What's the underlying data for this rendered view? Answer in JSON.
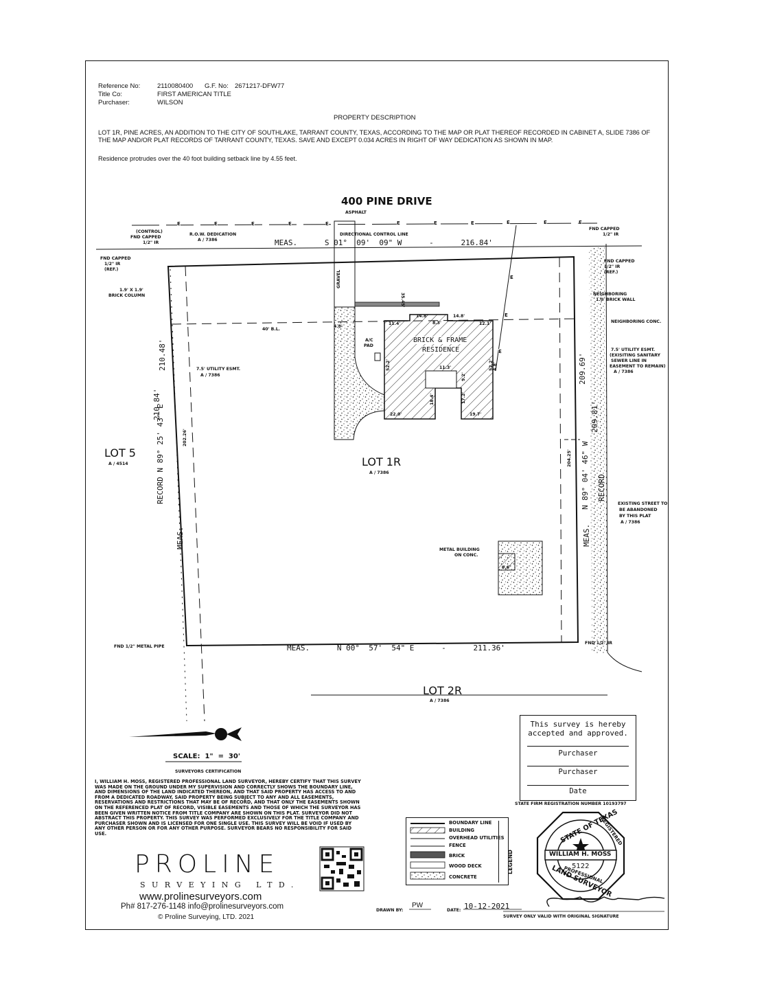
{
  "header": {
    "reference_label": "Reference No:",
    "reference_value": "2110080400",
    "gf_label": "G.F. No:",
    "gf_value": "2671217-DFW77",
    "title_co_label": "Title Co:",
    "title_co_value": "FIRST AMERICAN TITLE",
    "purchaser_label": "Purchaser:",
    "purchaser_value": "WILSON"
  },
  "description": {
    "heading": "PROPERTY DESCRIPTION",
    "body": "LOT 1R, PINE ACRES, AN ADDITION TO THE CITY OF SOUTHLAKE, TARRANT COUNTY, TEXAS, ACCORDING TO THE MAP OR PLAT THEREOF RECORDED IN CABINET A, SLIDE 7386 OF THE MAP AND/OR PLAT RECORDS OF TARRANT COUNTY, TEXAS. SAVE AND EXCEPT 0.034 ACRES IN RIGHT OF WAY DEDICATION AS SHOWN IN MAP.",
    "note": "Residence protrudes over the 40 foot building setback line by 4.55 feet."
  },
  "plat": {
    "street": "400 PINE DRIVE",
    "asphalt": "ASPHALT",
    "row_dedication": "R.O.W. DEDICATION",
    "row_ref": "A / 7386",
    "control_1": "(CONTROL)",
    "control_2": "FND CAPPED",
    "control_3": "1/2\" IR",
    "directional_line": "DIRECTIONAL CONTROL LINE",
    "north_bearing": "MEAS.      S 01°  09'  09\" W      -      216.84'",
    "fnd_capped_ref_1": "FND CAPPED",
    "fnd_capped_ref_2": "1/2\" IR",
    "fnd_capped_ref_3": "(REF.)",
    "brick_column_1": "1.9' X 1.9'",
    "brick_column_2": "BRICK COLUMN",
    "gravel": "GRAVEL",
    "setback_dim": "35.45'",
    "bl": "40' B.L.",
    "ac_1": "A/C",
    "ac_2": "PAD",
    "residence_1": "BRICK & FRAME",
    "residence_2": "RESIDENCE",
    "dim_14_8a": "14.8'",
    "dim_14_8b": "14.8'",
    "dim_8_3": "8.3'",
    "dim_11_4": "11.4'",
    "dim_12_1": "12.1'",
    "dim_11_3": "11.3'",
    "dim_52_2a": "52.2'",
    "dim_52_2b": "52.2'",
    "dim_22_0": "22.0'",
    "dim_19_7": "19.7'",
    "dim_18_4": "18.4'",
    "dim_17_2": "17.2'",
    "dim_9_2": "9.2'",
    "dim_4_8": "4.8'",
    "dim_4_8b": "4.8'",
    "util_esmt_left_1": "7.5' UTILITY ESMT.",
    "util_esmt_left_2": "A / 7386",
    "west_rec_dist": "210.48'",
    "west_meas_dist": "210.84'",
    "west_202": "202.26'",
    "west_bearing": "RECORD  N 89°  25'  43\" E",
    "west_meas": "MEAS.",
    "lot5": "LOT 5",
    "lot5_ref": "A / 4514",
    "lot1r": "LOT 1R",
    "lot1r_ref": "A / 7386",
    "fnd_capped_tr_1": "FND CAPPED",
    "fnd_capped_tr_2": "1/2\" IR",
    "fnd_capped_r_1": "FND CAPPED",
    "fnd_capped_r_2": "1/2\" IR",
    "fnd_capped_r_3": "(REF.)",
    "neighboring_wall_1": "NEIGHBORING",
    "neighboring_wall_2": "1.0' BRICK WALL",
    "neighboring_conc": "NEIGHBORING CONC.",
    "sanitary_1": "7.5' UTILITY ESMT.",
    "sanitary_2": "(EXISITING SANITARY",
    "sanitary_3": "SEWER LINE IN",
    "sanitary_4": "EASEMENT TO REMAIN)",
    "sanitary_5": "A / 7386",
    "east_209_69": "209.69'",
    "east_209_81": "209.81'",
    "east_204_25": "204.25'",
    "east_bearing": "N 89°  04'  46\" W",
    "east_record": "RECORD",
    "east_meas": "MEAS.",
    "street_abandon_1": "EXISTING STREET TO",
    "street_abandon_2": "BE ABANDONED",
    "street_abandon_3": "BY THIS PLAT",
    "street_abandon_4": "A / 7386",
    "metal_bldg_1": "METAL BUILDING",
    "metal_bldg_2": "ON CONC.",
    "metal_dim": "9.6'",
    "fnd_pipe": "FND 1/2\" METAL PIPE",
    "fnd_ir": "FND 1/2\" IR",
    "south_bearing": "MEAS.      N 00°  57'  54\" E      -      211.36'",
    "lot2r": "LOT 2R",
    "lot2r_ref": "A / 7386",
    "e_mark": "E"
  },
  "scale": {
    "label": "SCALE:  1\"  =  30'",
    "cert_heading": "SURVEYORS CERTIFICATION"
  },
  "certification": "I, WILLIAM H. MOSS, REGISTERED PROFESSIONAL LAND SURVEYOR, HEREBY CERTIFY THAT THIS SURVEY WAS MADE ON THE GROUND UNDER MY SUPERVISION AND CORRECTLY SHOWS THE BOUNDARY LINE, AND DIMENSIONS OF THE LAND INDICATED THEREON, AND THAT SAID PROPERTY HAS ACCESS TO AND FROM A DEDICATED ROADWAY, SAID PROPERTY BEING SUBJECT TO ANY AND ALL EASEMENTS, RESERVATIONS AND RESTRICTIONS THAT MAY BE OF RECORD, AND THAT ONLY THE EASEMENTS SHOWN ON THE REFERENCED PLAT OF RECORD, VISIBLE EASEMENTS AND THOSE OF WHICH THE SURVEYOR HAS BEEN GIVEN WRITTEN NOTICE FROM TITLE COMPANY ARE SHOWN ON THIS PLAT. SURVEYOR DID NOT ABSTRACT THIS PROPERTY. THIS SURVEY WAS PERFORMED EXCLUSIVELY FOR THE TITLE COMPANY AND PURCHASER SHOWN AND IS LICENSED FOR ONE SINGLE USE. THIS SURVEY WILL BE VOID IF USED BY ANY OTHER PERSON OR FOR ANY OTHER PURPOSE. SURVEYOR BEARS NO RESPONSIBILITY FOR SAID USE.",
  "acceptance": {
    "heading_1": "This survey is hereby",
    "heading_2": "accepted and approved.",
    "line_1": "Purchaser",
    "line_2": "Purchaser",
    "line_3": "Date",
    "firm_reg": "STATE FIRM REGISTRATION NUMBER 10193797"
  },
  "company": {
    "name": "PROLINE",
    "sub": "SURVEYING LTD.",
    "web": "www.prolinesurveyors.com",
    "contact": "Ph# 817-276-1148  info@prolinesurveyors.com",
    "copyright": "© Proline Surveying, LTD. 2021"
  },
  "legend": {
    "title": "LEGEND",
    "items": [
      "BOUNDARY LINE",
      "BUILDING",
      "OVERHEAD UTILITIES",
      "FENCE",
      "BRICK",
      "WOOD DECK",
      "CONCRETE"
    ]
  },
  "seal": {
    "state": "STATE OF TEXAS",
    "registered": "REGISTERED",
    "name": "WILLIAM H. MOSS",
    "number": "5122",
    "professional": "PROFESSIONAL",
    "land_surveyor": "LAND SURVEYOR"
  },
  "footer": {
    "drawn_label": "DRAWN BY:",
    "drawn_value": "PW",
    "date_label": "DATE:",
    "date_value": "10-12-2021",
    "valid_note": "SURVEY ONLY VALID WITH ORIGINAL SIGNATURE"
  }
}
